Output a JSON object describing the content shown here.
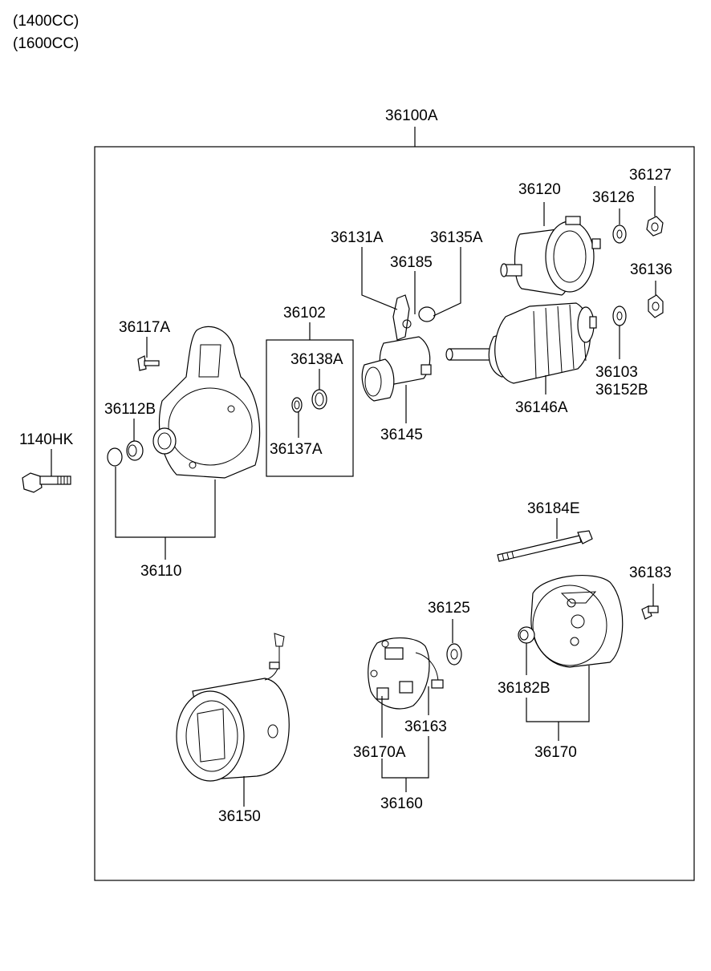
{
  "engine_variants": [
    "(1400CC)",
    "(1600CC)"
  ],
  "assembly_label": "36100A",
  "part_labels": {
    "p36120": "36120",
    "p36126": "36126",
    "p36127": "36127",
    "p36131A": "36131A",
    "p36135A": "36135A",
    "p36185": "36185",
    "p36136": "36136",
    "p36102": "36102",
    "p36117A": "36117A",
    "p36138A": "36138A",
    "p36103": "36103",
    "p36152B": "36152B",
    "p36112B": "36112B",
    "p36146A": "36146A",
    "p36145": "36145",
    "p1140HK": "1140HK",
    "p36137A": "36137A",
    "p36184E": "36184E",
    "p36110": "36110",
    "p36183": "36183",
    "p36125": "36125",
    "p36182B": "36182B",
    "p36163": "36163",
    "p36170A": "36170A",
    "p36170": "36170",
    "p36160": "36160",
    "p36150": "36150"
  }
}
